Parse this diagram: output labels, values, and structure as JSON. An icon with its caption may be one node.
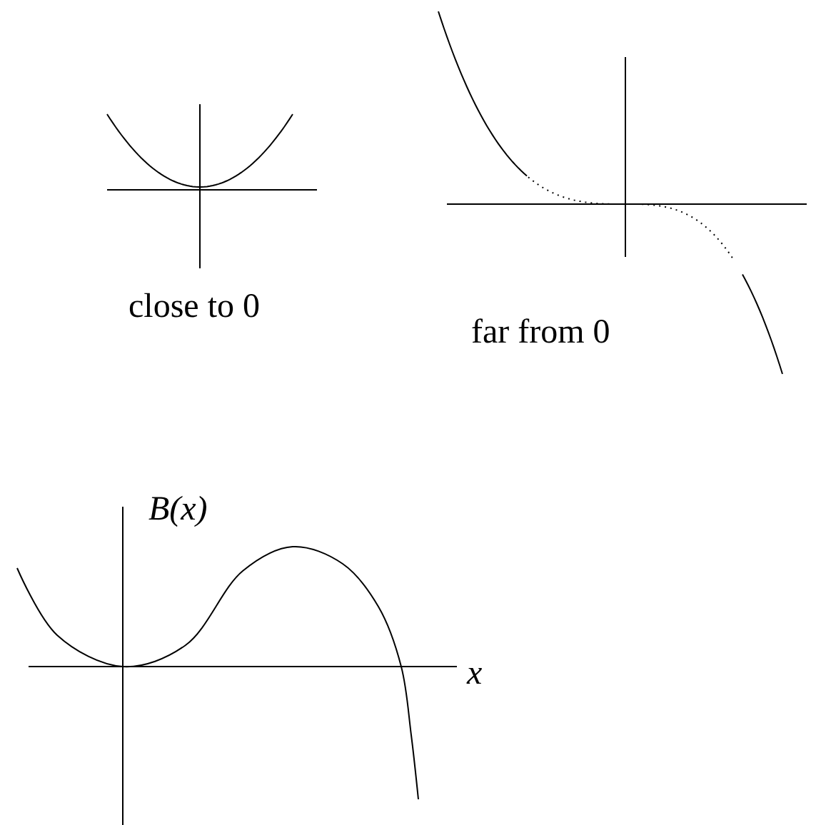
{
  "diagram": {
    "labels": [
      "close to 0",
      "far from 0",
      "B(x)",
      "x"
    ]
  }
}
